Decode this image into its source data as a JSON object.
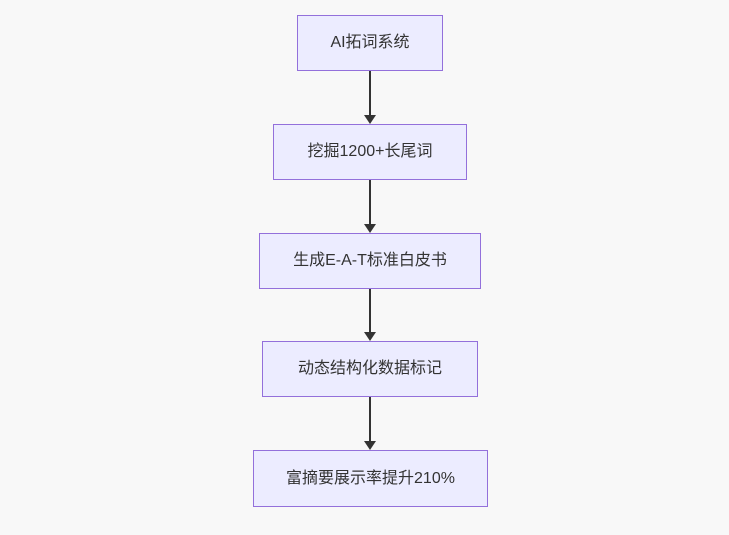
{
  "flowchart": {
    "type": "flowchart",
    "direction": "top-down",
    "colors": {
      "bg": "#f8f8f8",
      "node_fill": "#ECECFF",
      "node_border": "#9370DB",
      "text_color": "#333333",
      "arrow_color": "#333333"
    },
    "nodes": [
      {
        "id": "A",
        "label": "AI拓词系统"
      },
      {
        "id": "B",
        "label": "挖掘1200+长尾词"
      },
      {
        "id": "C",
        "label": "生成E-A-T标准白皮书"
      },
      {
        "id": "D",
        "label": "动态结构化数据标记"
      },
      {
        "id": "E",
        "label": "富摘要展示率提升210%"
      }
    ],
    "edges": [
      {
        "from": "A",
        "to": "B"
      },
      {
        "from": "B",
        "to": "C"
      },
      {
        "from": "C",
        "to": "D"
      },
      {
        "from": "D",
        "to": "E"
      }
    ]
  }
}
